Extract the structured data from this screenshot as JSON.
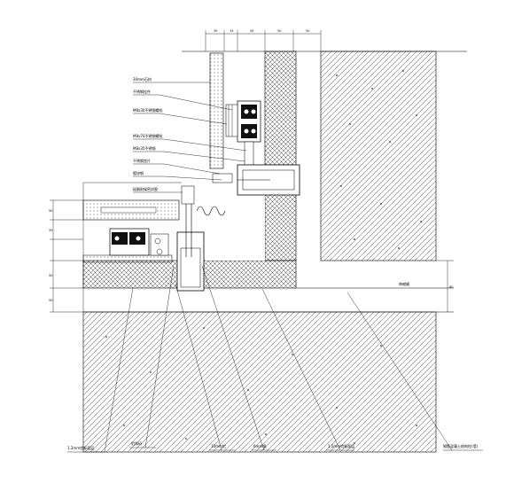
{
  "drawing": {
    "top_dimensions": [
      "30",
      "15",
      "45",
      "50",
      "50"
    ],
    "left_dimensions": [
      "50",
      "35",
      "50",
      "50"
    ],
    "right_dimension": "80",
    "labels_left": [
      "30mm石材",
      "不锈钢挂件",
      "M8x30不锈钢螺栓",
      "M8x70不锈钢螺栓",
      "M8x35不锈钢",
      "不锈钢垫片",
      "镀锌钢",
      "硅酮耐候密封胶"
    ],
    "labels_bottom": [
      "1.2mm铝板面层",
      "铝角码",
      "10mm铝",
      "6mm钢",
      "1.5mm铝板面层",
      "钢筋混凝土结构柱(墙)"
    ],
    "label_gap": "伸缩缝"
  }
}
